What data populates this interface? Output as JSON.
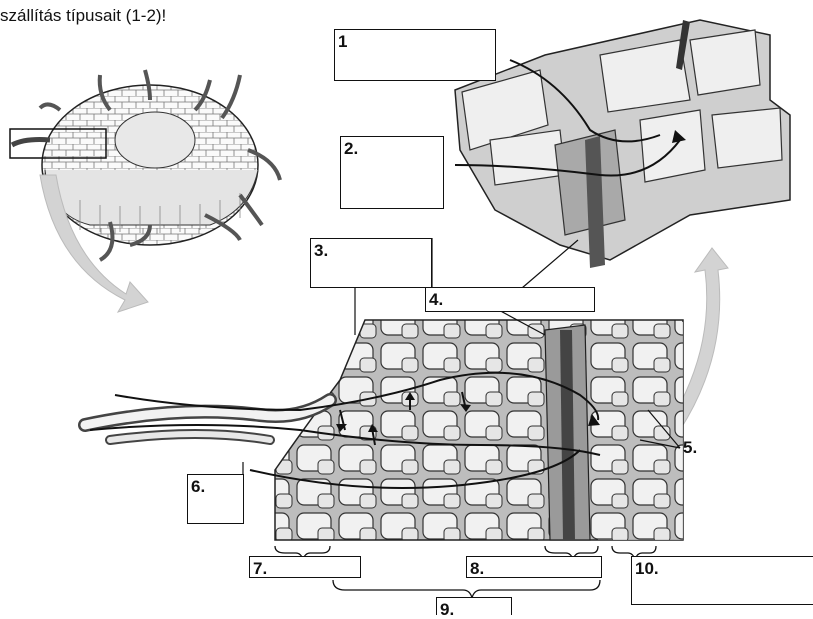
{
  "heading": "szállítás típusait (1-2)!",
  "labels": {
    "l1": "1",
    "l2": "2.",
    "l3": "3.",
    "l4": "4.",
    "l5": "5.",
    "l6": "6.",
    "l7": "7.",
    "l8": "8.",
    "l9": "9.",
    "l10": "10."
  },
  "colors": {
    "outline": "#111111",
    "cell_fill": "#d9d9d9",
    "cell_light": "#efefef",
    "band": "#6f6f6f",
    "arrow_fill": "#cfcfcf"
  }
}
